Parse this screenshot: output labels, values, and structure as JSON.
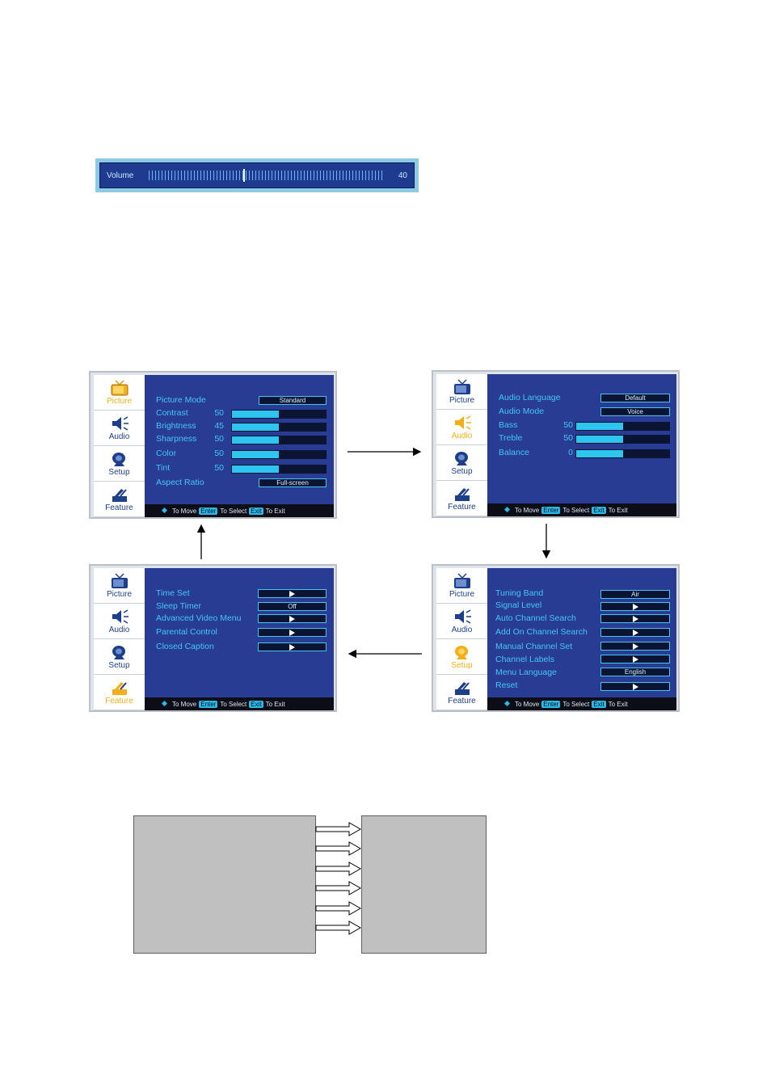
{
  "volume": {
    "label": "Volume",
    "value": "40",
    "level": 40
  },
  "footer": {
    "move": "To Move",
    "enter_key": "Enter",
    "select": "To Select",
    "exit_key": "Exit",
    "exit": "To Exit"
  },
  "tabs": {
    "picture": "Picture",
    "audio": "Audio",
    "setup": "Setup",
    "feature": "Feature"
  },
  "colors": {
    "panel": "#283c94",
    "accent": "#44c6f3",
    "active_tab": "#f2b018"
  },
  "picture_menu": {
    "rows": [
      {
        "label": "Picture Mode",
        "value": "Standard"
      },
      {
        "label": "Contrast",
        "num": "50",
        "level": 50
      },
      {
        "label": "Brightness",
        "num": "45",
        "level": 45
      },
      {
        "label": "Sharpness",
        "num": "50",
        "level": 50
      },
      {
        "label": "Color",
        "num": "50",
        "level": 50
      },
      {
        "label": "Tint",
        "num": "50",
        "level": 50
      },
      {
        "label": "Aspect Ratio",
        "value": "Full-screen"
      }
    ]
  },
  "audio_menu": {
    "rows": [
      {
        "label": "Audio Language",
        "value": "Default"
      },
      {
        "label": "Audio Mode",
        "value": "Voice"
      },
      {
        "label": "Bass",
        "num": "50",
        "level": 50
      },
      {
        "label": "Treble",
        "num": "50",
        "level": 50
      },
      {
        "label": "Balance",
        "num": "0",
        "level": 50
      }
    ]
  },
  "setup_menu": {
    "rows": [
      {
        "label": "Tuning Band",
        "value": "Air"
      },
      {
        "label": "Signal Level"
      },
      {
        "label": "Auto Channel Search"
      },
      {
        "label": "Add On Channel Search"
      },
      {
        "label": "Manual Channel Set"
      },
      {
        "label": "Channel Labels"
      },
      {
        "label": "Menu Language",
        "value": "English"
      },
      {
        "label": "Reset"
      }
    ]
  },
  "feature_menu": {
    "rows": [
      {
        "label": "Time Set"
      },
      {
        "label": "Sleep Timer",
        "value": "Off"
      },
      {
        "label": "Advanced Video Menu"
      },
      {
        "label": "Parental Control"
      },
      {
        "label": "Closed Caption"
      }
    ]
  }
}
